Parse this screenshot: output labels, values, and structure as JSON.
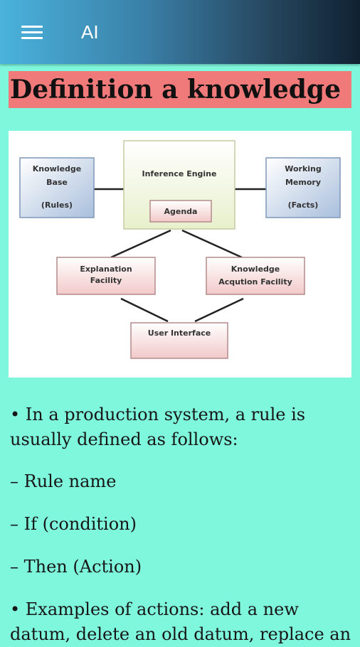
{
  "app_bar": {
    "title": "AI",
    "menu_icon": "hamburger-menu-icon",
    "gradient_colors": [
      "#4ab3dc",
      "#3a80a8",
      "#26465e",
      "#102232"
    ]
  },
  "page": {
    "background_color": "#7ff7dc",
    "heading": {
      "text": "Definition a knowledge",
      "background_color": "#f07a7a"
    }
  },
  "diagram": {
    "boxes": {
      "knowledge_base": [
        "Knowledge",
        "Base",
        "(Rules)"
      ],
      "inference_engine": [
        "Inference Engine"
      ],
      "agenda": [
        "Agenda"
      ],
      "working_memory": [
        "Working",
        "Memory",
        "(Facts)"
      ],
      "explanation_facility": [
        "Explanation",
        "Facility"
      ],
      "knowledge_acquisition": [
        "Knowledge",
        "Acqution Facility"
      ],
      "user_interface": [
        "User Interface"
      ]
    }
  },
  "content": {
    "paragraphs": [
      "• In a production system, a rule is usually defined as follows:",
      "– Rule name",
      "– If (condition)",
      "– Then (Action)",
      "• Examples of actions: add a new datum, delete an old datum, replace an"
    ]
  }
}
